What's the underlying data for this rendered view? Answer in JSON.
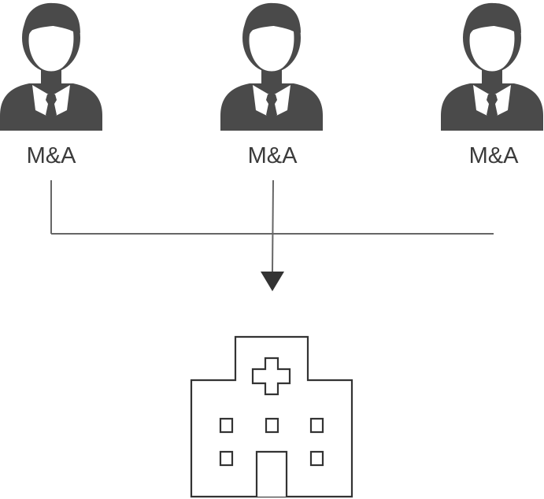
{
  "people": [
    {
      "label": "M&A",
      "icon": "person-icon"
    },
    {
      "label": "M&A",
      "icon": "person-icon"
    },
    {
      "label": "M&A",
      "icon": "person-icon"
    }
  ],
  "target": {
    "icon": "hospital-icon"
  },
  "colors": {
    "person": "#4a4a4a",
    "connector": "#666666",
    "arrow": "#333333",
    "building": "#333333"
  }
}
